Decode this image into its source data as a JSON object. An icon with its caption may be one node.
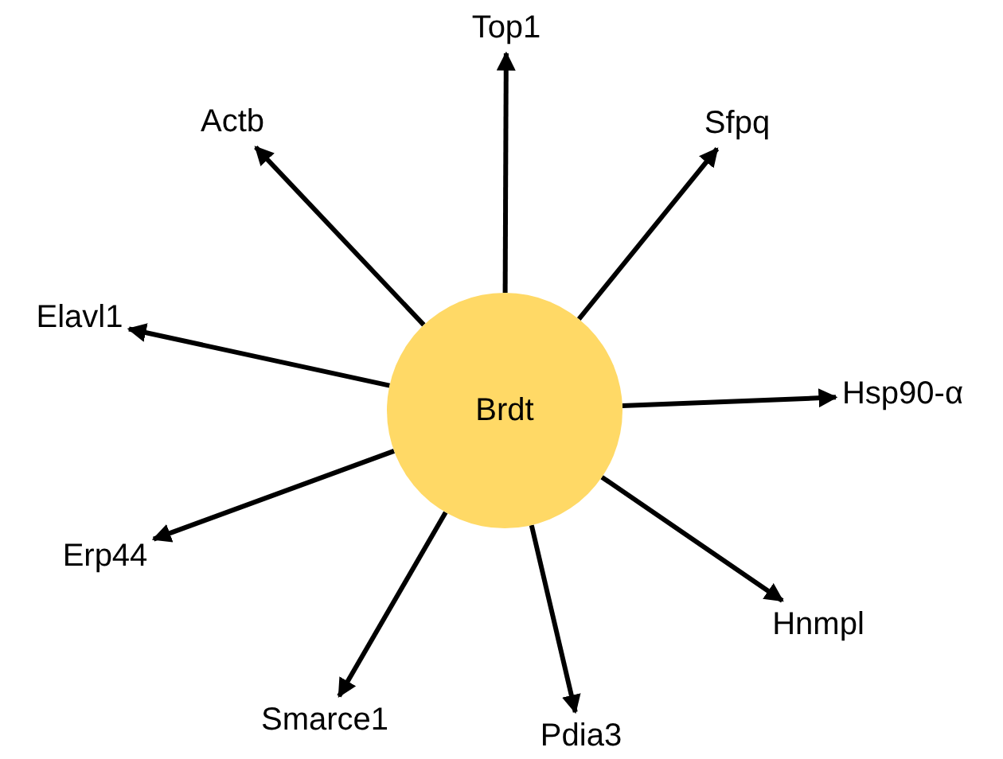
{
  "diagram": {
    "nodes": [
      {
        "text": [
          "Brdt"
        ]
      },
      {
        "text": [
          "Top1"
        ]
      },
      {
        "text": [
          "Sfpq"
        ]
      },
      {
        "text": [
          "Actb"
        ]
      },
      {
        "text": [
          "Elavl1"
        ]
      },
      {
        "text": [
          "Hsp90-α"
        ]
      },
      {
        "text": [
          "Erp44"
        ]
      },
      {
        "text": [
          "Hnmpl"
        ]
      },
      {
        "text": [
          "Smarce1"
        ]
      },
      {
        "text": [
          "Pdia3"
        ]
      }
    ],
    "edges": [
      {
        "from": 0,
        "to": 1,
        "arrow": "to"
      },
      {
        "from": 0,
        "to": 2,
        "arrow": "to"
      },
      {
        "from": 0,
        "to": 3,
        "arrow": "to"
      },
      {
        "from": 0,
        "to": 4,
        "arrow": "to"
      },
      {
        "from": 0,
        "to": 5,
        "arrow": "to"
      },
      {
        "from": 0,
        "to": 6,
        "arrow": "to"
      },
      {
        "from": 0,
        "to": 7,
        "arrow": "to"
      },
      {
        "from": 0,
        "to": 8,
        "arrow": "to"
      },
      {
        "from": 0,
        "to": 9,
        "arrow": "to"
      }
    ]
  }
}
